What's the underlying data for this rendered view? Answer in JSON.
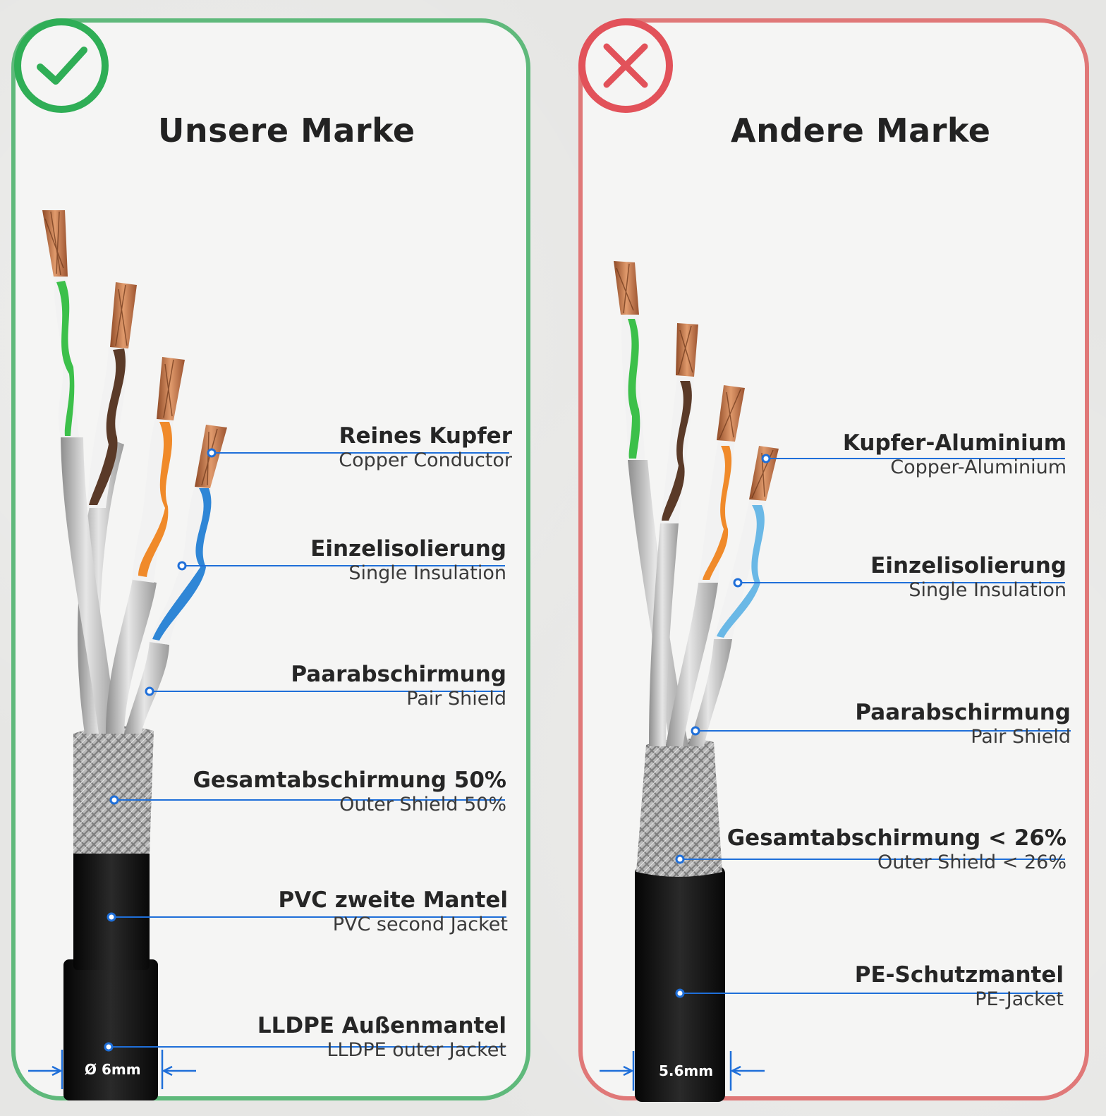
{
  "left": {
    "title": "Unsere Marke",
    "status": "check-icon",
    "accent": "#5fb97b",
    "diameter": "Ø 6mm",
    "labels": [
      {
        "de": "Reines Kupfer",
        "en": "Copper Conductor"
      },
      {
        "de": "Einzelisolierung",
        "en": "Single Insulation"
      },
      {
        "de": "Paarabschirmung",
        "en": "Pair Shield"
      },
      {
        "de": "Gesamtabschirmung 50%",
        "en": "Outer Shield 50%"
      },
      {
        "de": "PVC zweite Mantel",
        "en": "PVC second Jacket"
      },
      {
        "de": "LLDPE Außenmantel",
        "en": "LLDPE outer Jacket"
      }
    ]
  },
  "right": {
    "title": "Andere Marke",
    "status": "cross-icon",
    "accent": "#e07878",
    "diameter": "5.6mm",
    "labels": [
      {
        "de": "Kupfer-Aluminium",
        "en": "Copper-Aluminium"
      },
      {
        "de": "Einzelisolierung",
        "en": "Single Insulation"
      },
      {
        "de": "Paarabschirmung",
        "en": "Pair Shield"
      },
      {
        "de": "Gesamtabschirmung < 26%",
        "en": "Outer Shield < 26%"
      },
      {
        "de": "PE-Schutzmantel",
        "en": "PE-Jacket"
      }
    ]
  },
  "colors": {
    "leader": "#1f6fd9",
    "copper": "#b86a3f",
    "green": "#3cc04a",
    "brown": "#5a3a28",
    "orange": "#f08a2a",
    "blue": "#2f86d6",
    "blue_light": "#6ab8e6",
    "jacket": "#141414"
  }
}
